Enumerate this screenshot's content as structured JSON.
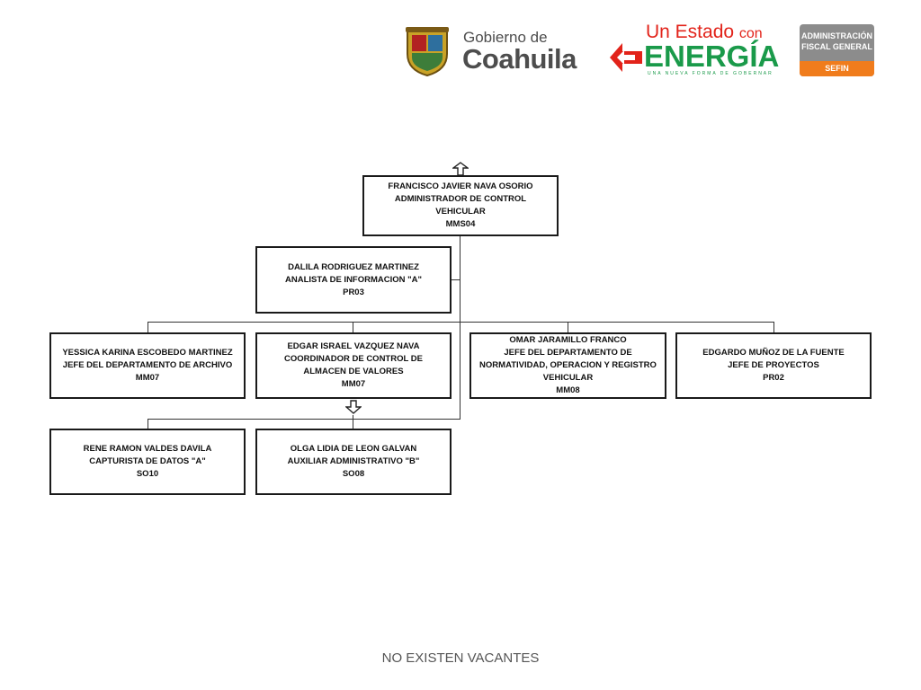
{
  "header": {
    "gov_line1": "Gobierno de",
    "gov_line2": "Coahuila",
    "energia_line1": "Un Estado",
    "energia_con": "con",
    "energia_line2": "ENERGÍA",
    "energia_tagline": "UNA NUEVA FORMA DE GOBERNAR",
    "afg_line1": "ADMINISTRACIÓN",
    "afg_line2": "FISCAL GENERAL",
    "afg_sefin": "SEFIN"
  },
  "org": {
    "root": {
      "name": "FRANCISCO JAVIER NAVA OSORIO",
      "title": "ADMINISTRADOR DE CONTROL VEHICULAR",
      "code": "MMS04"
    },
    "staff": {
      "name": "DALILA RODRIGUEZ MARTINEZ",
      "title": "ANALISTA DE INFORMACION \"A\"",
      "code": "PR03"
    },
    "level2": [
      {
        "name": "YESSICA KARINA ESCOBEDO MARTINEZ",
        "title": "JEFE DEL DEPARTAMENTO DE ARCHIVO",
        "code": "MM07"
      },
      {
        "name": "EDGAR ISRAEL VAZQUEZ NAVA",
        "title": "COORDINADOR DE CONTROL DE ALMACEN DE VALORES",
        "code": "MM07"
      },
      {
        "name": "OMAR JARAMILLO FRANCO",
        "title": "JEFE DEL DEPARTAMENTO DE NORMATIVIDAD, OPERACION Y REGISTRO VEHICULAR",
        "code": "MM08"
      },
      {
        "name": "EDGARDO MUÑOZ DE LA FUENTE",
        "title": "JEFE DE PROYECTOS",
        "code": "PR02"
      }
    ],
    "level3": [
      {
        "name": "RENE RAMON VALDES DAVILA",
        "title": "CAPTURISTA DE DATOS  \"A\"",
        "code": "SO10"
      },
      {
        "name": "OLGA LIDIA DE LEON GALVAN",
        "title": "AUXILIAR ADMINISTRATIVO \"B\"",
        "code": "SO08"
      }
    ]
  },
  "footer": {
    "note": "NO EXISTEN VACANTES"
  },
  "colors": {
    "energia_red": "#e2231a",
    "energia_green": "#1a9a4a",
    "coahuila_gray": "#4d4d4d",
    "afg_gray": "#8c8c8c",
    "afg_orange": "#f07c1c"
  }
}
